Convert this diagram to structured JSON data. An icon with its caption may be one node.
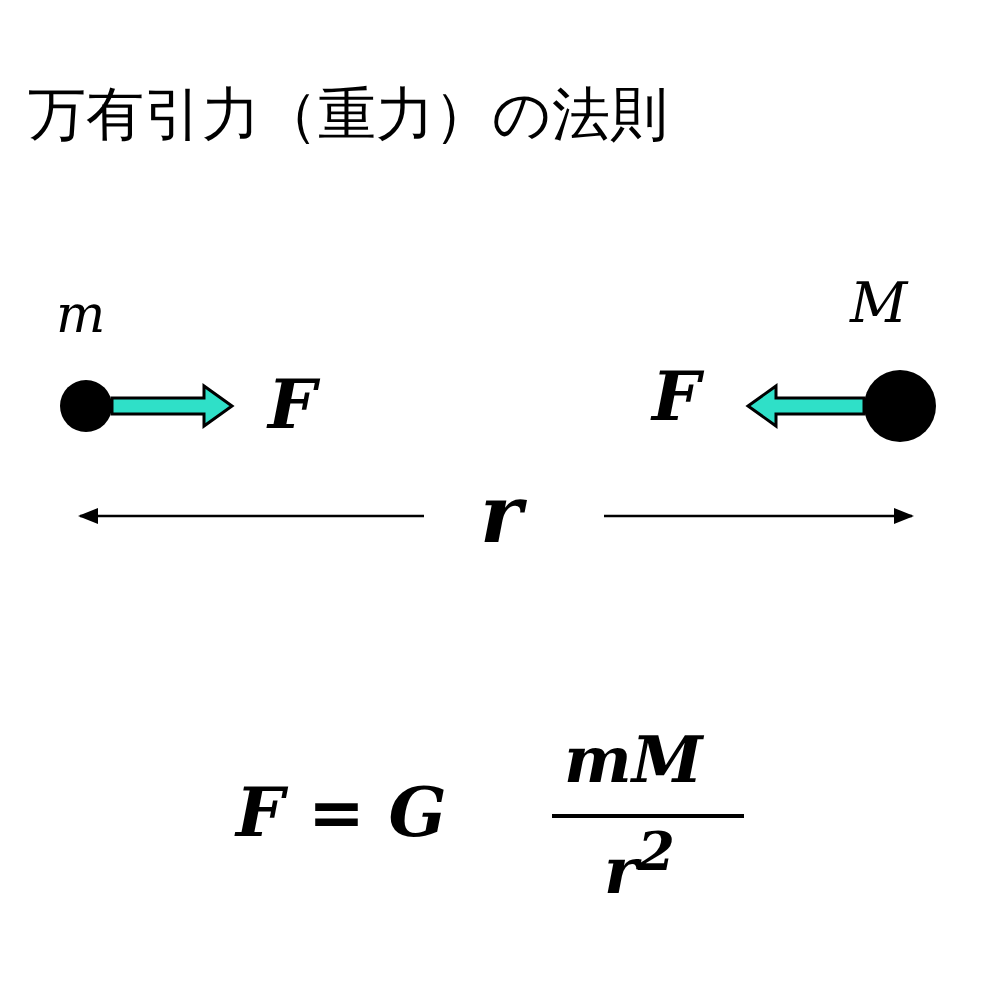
{
  "diagram": {
    "title": "万有引力（重力）の法則",
    "nodes": [
      {
        "text": [],
        "shape": "circle",
        "beside": [
          "m"
        ]
      },
      {
        "text": [],
        "shape": "circle",
        "beside": [
          "M"
        ]
      }
    ],
    "labels": [
      "F",
      "F",
      "r",
      "F = G",
      "mM",
      "r$^{2}$"
    ]
  }
}
